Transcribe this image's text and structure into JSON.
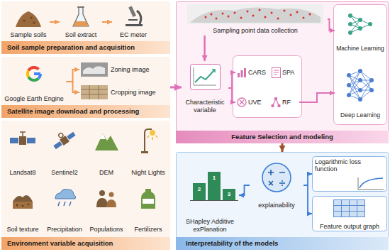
{
  "diagram": {
    "nodes": [
      {
        "text": [
          "Soil sample preparation and acquisition"
        ]
      },
      {
        "text": [
          "Sample soils"
        ],
        "in": 0
      },
      {
        "text": [
          "Soil extract"
        ],
        "in": 0
      },
      {
        "text": [
          "EC meter"
        ],
        "in": 0
      },
      {
        "text": [
          "Satellite image download and processing"
        ]
      },
      {
        "text": [
          "Google Earth Engine"
        ],
        "in": 4
      },
      {
        "text": [
          "Zoning image"
        ],
        "in": 4
      },
      {
        "text": [
          "Cropping image"
        ],
        "in": 4
      },
      {
        "text": [
          "Environment variable acquisition"
        ]
      },
      {
        "text": [
          "Landsat8"
        ],
        "in": 8
      },
      {
        "text": [
          "Sentinel2"
        ],
        "in": 8
      },
      {
        "text": [
          "DEM"
        ],
        "in": 8
      },
      {
        "text": [
          "Night Lights"
        ],
        "in": 8
      },
      {
        "text": [
          "Soil texture"
        ],
        "in": 8
      },
      {
        "text": [
          "Precipitation"
        ],
        "in": 8
      },
      {
        "text": [
          "Populations"
        ],
        "in": 8
      },
      {
        "text": [
          "Fertilizers"
        ],
        "in": 8
      },
      {
        "text": [
          "Feature Selection and modeling"
        ]
      },
      {
        "text": [
          "Sampling point data collection"
        ],
        "in": 17
      },
      {
        "text": [
          "Characteristic variable"
        ],
        "in": 17
      },
      {
        "text": [
          "CARS"
        ],
        "in": 17
      },
      {
        "text": [
          "SPA"
        ],
        "in": 17
      },
      {
        "text": [
          "UVE"
        ],
        "in": 17
      },
      {
        "text": [
          "RF"
        ],
        "in": 17
      },
      {
        "text": [
          "Machine Learning"
        ],
        "in": 17
      },
      {
        "text": [
          "Deep Learning"
        ],
        "in": 17
      },
      {
        "text": [
          "Interpretability of the models"
        ]
      },
      {
        "text": [
          "SHapley Additive exPlanation"
        ],
        "in": 26
      },
      {
        "text": [
          "explainability"
        ],
        "in": 26
      },
      {
        "text": [
          "Logarithmic loss function"
        ],
        "in": 26
      },
      {
        "text": [
          "Feature output graph"
        ],
        "in": 26
      }
    ],
    "edges": [
      {
        "from": 1,
        "to": 2,
        "arrow": "to"
      },
      {
        "from": 2,
        "to": 3,
        "arrow": "to"
      },
      {
        "from": 5,
        "to": 6,
        "arrow": "to"
      },
      {
        "from": 5,
        "to": 7,
        "arrow": "to"
      },
      {
        "from": 4,
        "to": 19,
        "arrow": "to"
      },
      {
        "from": 18,
        "to": 19,
        "arrow": "to"
      },
      {
        "from": 19,
        "to": 20,
        "arrow": "to"
      },
      {
        "from": 19,
        "to": 22,
        "arrow": "to"
      },
      {
        "from": 18,
        "to": 24,
        "arrow": "to"
      },
      {
        "from": 23,
        "to": 25,
        "arrow": "to"
      },
      {
        "from": 17,
        "to": 26,
        "arrow": "to"
      },
      {
        "from": 28,
        "to": 27,
        "arrow": "to"
      },
      {
        "from": 28,
        "to": 29,
        "arrow": "to"
      },
      {
        "from": 28,
        "to": 30,
        "arrow": "to"
      }
    ],
    "labels": [
      "2",
      "1",
      "3"
    ]
  }
}
